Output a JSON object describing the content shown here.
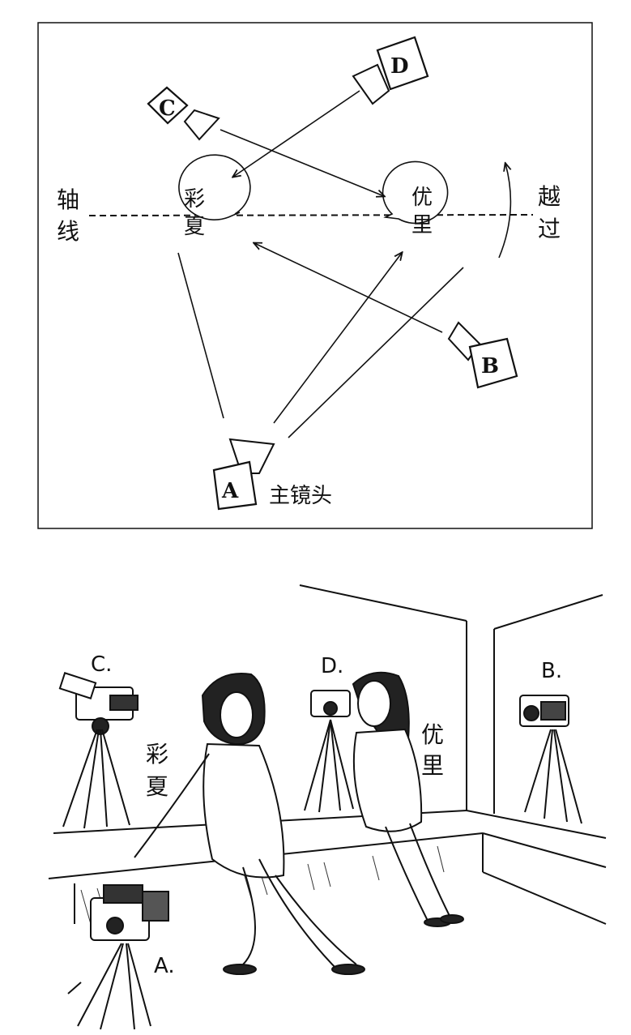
{
  "diagram": {
    "axis_label_line1": "轴",
    "axis_label_line2": "线",
    "cross_label_line1": "越",
    "cross_label_line2": "过",
    "master_shot_label": "主镜头",
    "person_left_line1": "彩",
    "person_left_line2": "夏",
    "person_right_line1": "优",
    "person_right_line2": "里",
    "cameras": {
      "A": "A",
      "B": "B",
      "C": "C",
      "D": "D"
    }
  },
  "illustration": {
    "camera_labels": {
      "A": "A.",
      "B": "B.",
      "C": "C.",
      "D": "D."
    },
    "name_left_line1": "彩",
    "name_left_line2": "夏",
    "name_right_line1": "优",
    "name_right_line2": "里"
  }
}
